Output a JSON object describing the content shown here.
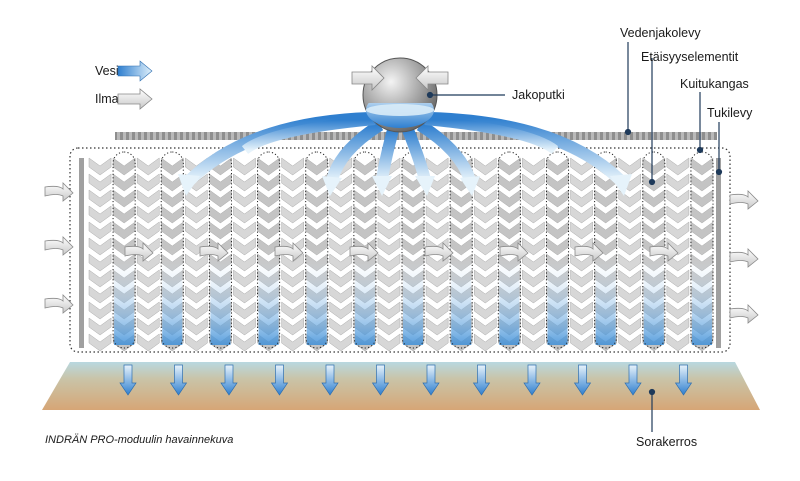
{
  "legend": {
    "water_label": "Vesi",
    "air_label": "Ilma",
    "water_color": "#4a90d9",
    "air_color": "#e0e0e0"
  },
  "labels": {
    "distribution_pipe": "Jakoputki",
    "water_distribution_plate": "Vedenjakolevy",
    "spacer_elements": "Etäisyyselementit",
    "fiber_fabric": "Kuitukangas",
    "support_plate": "Tukilevy",
    "gravel_layer": "Sorakerros"
  },
  "caption": "INDRÄN PRO-moduulin havainnekuva",
  "colors": {
    "leader_line": "#1f3a5a",
    "fabric_gray": "#cfcfcf",
    "gravel_top": "#b8d8e0",
    "gravel_bottom": "#d4a87a"
  },
  "icons": {
    "water_arrow": "water-arrow-icon",
    "air_arrow": "air-arrow-icon"
  }
}
